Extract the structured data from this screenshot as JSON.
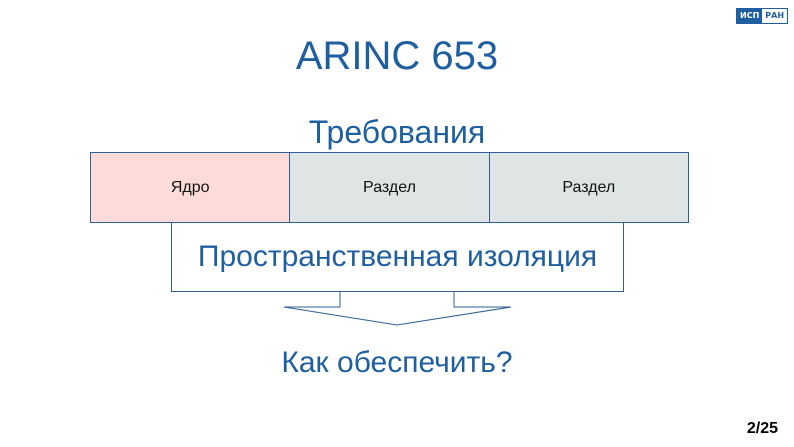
{
  "logo": {
    "left": "ИСП",
    "right": "РАН"
  },
  "title": "ARINC 653",
  "subtitle": "Требования",
  "boxes": {
    "kernel": "Ядро",
    "partition1": "Раздел",
    "partition2": "Раздел"
  },
  "isolation": "Пространственная изоляция",
  "question": "Как обеспечить?",
  "page": "2/25"
}
